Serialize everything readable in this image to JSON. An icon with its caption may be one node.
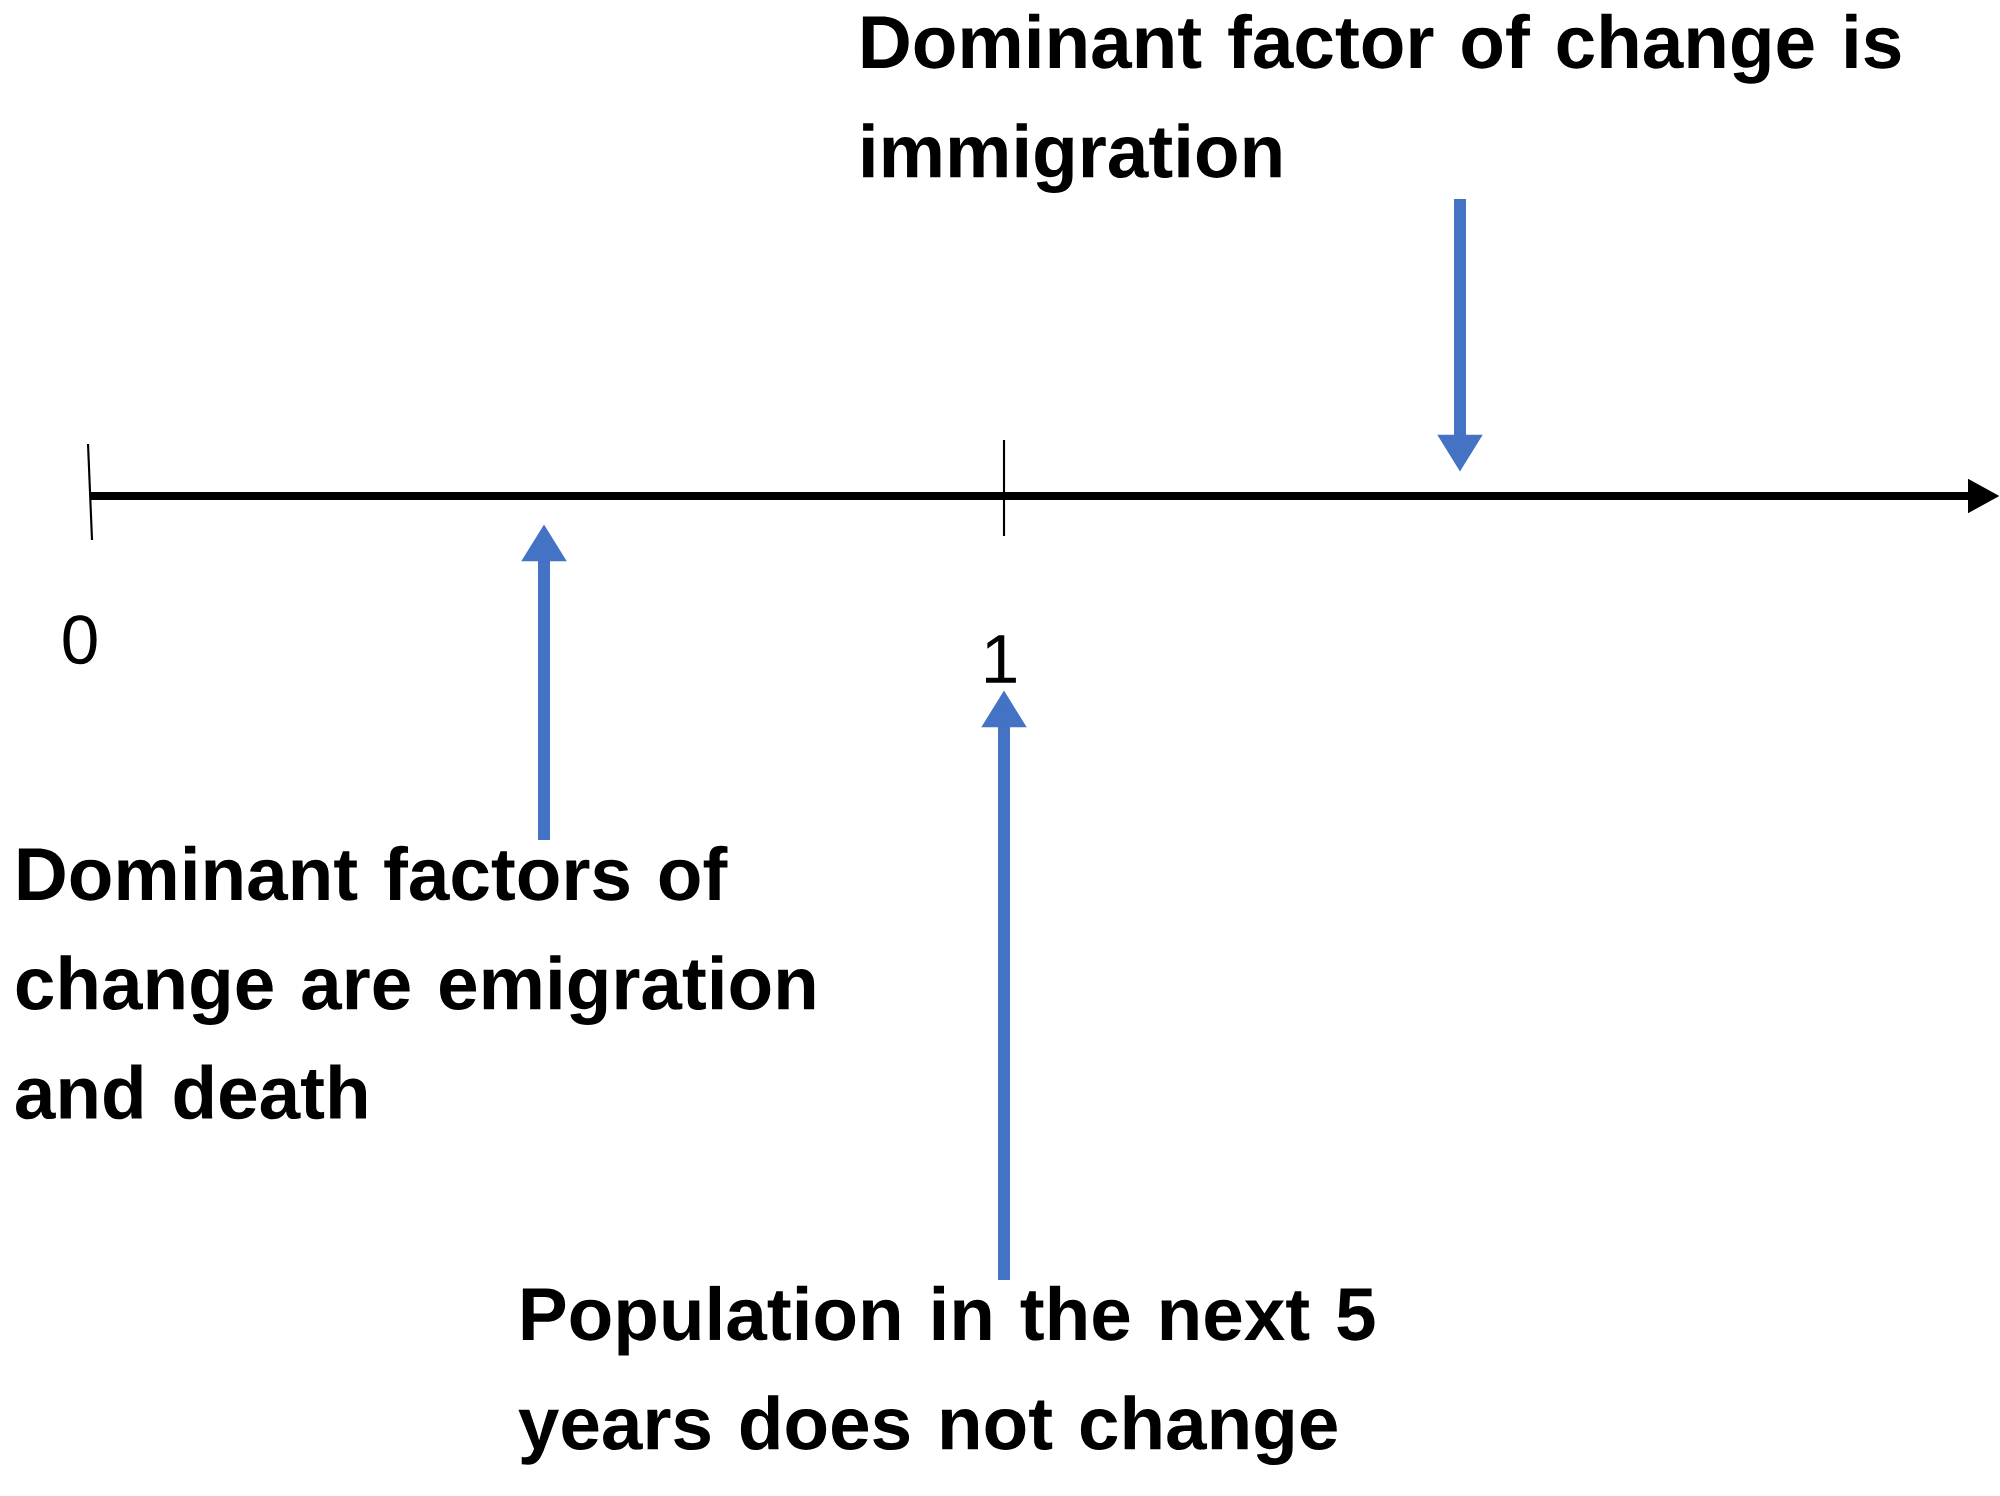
{
  "diagram": {
    "nodes": [
      {
        "text": [
          "Dominant factor of change is immigration"
        ]
      },
      {
        "text": [
          "Dominant factors of change are emigration and death"
        ]
      },
      {
        "text": [
          "Population in the next 5 years does not change"
        ]
      }
    ],
    "edges": [
      {
        "from": 0,
        "to": null,
        "arrow": "to"
      },
      {
        "from": 1,
        "to": null,
        "arrow": "to"
      },
      {
        "from": 2,
        "to": null,
        "arrow": "to"
      }
    ],
    "labels": [
      "0",
      "1"
    ]
  }
}
